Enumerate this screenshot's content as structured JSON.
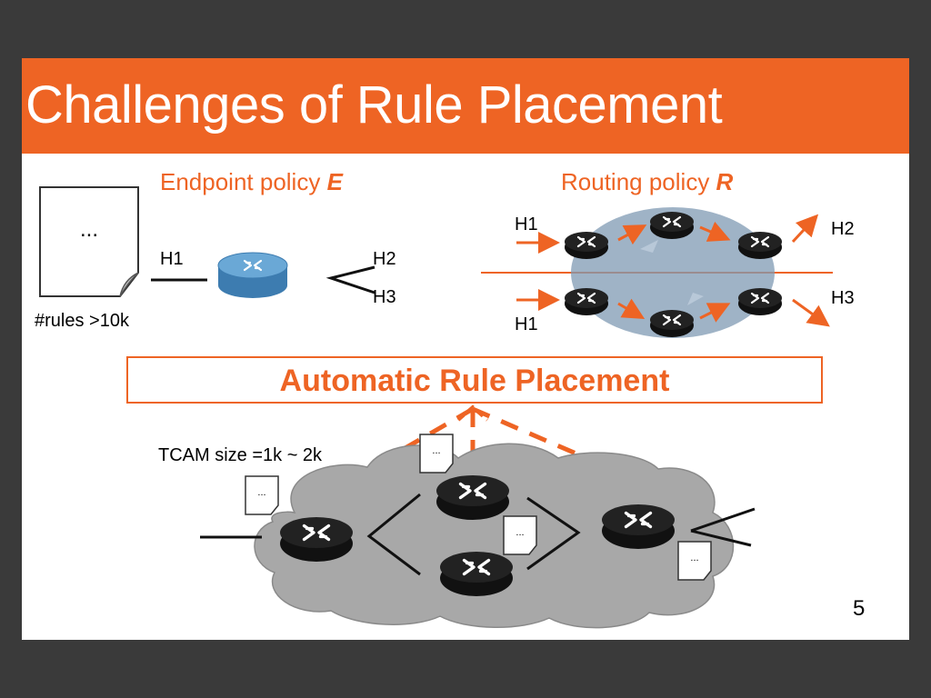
{
  "slide": {
    "title": "Challenges of Rule Placement",
    "page_number": "5"
  },
  "endpoint_policy": {
    "heading": "Endpoint policy ",
    "heading_var": "E",
    "doc_text": "...",
    "rules_count": "#rules >10k",
    "h1": "H1",
    "h2": "H2",
    "h3": "H3"
  },
  "routing_policy": {
    "heading": "Routing policy ",
    "heading_var": "R",
    "h1_top": "H1",
    "h1_bottom": "H1",
    "h2": "H2",
    "h3": "H3"
  },
  "automatic": {
    "label": "Automatic Rule Placement"
  },
  "network": {
    "tcam_label": "TCAM size =1k ~ 2k",
    "doc_text": "..."
  },
  "colors": {
    "accent": "#ee6424",
    "frame": "#3a3a3a",
    "router_blue": "#4f8fbf",
    "router_black": "#111111",
    "cloud": "#a8a8a8"
  }
}
